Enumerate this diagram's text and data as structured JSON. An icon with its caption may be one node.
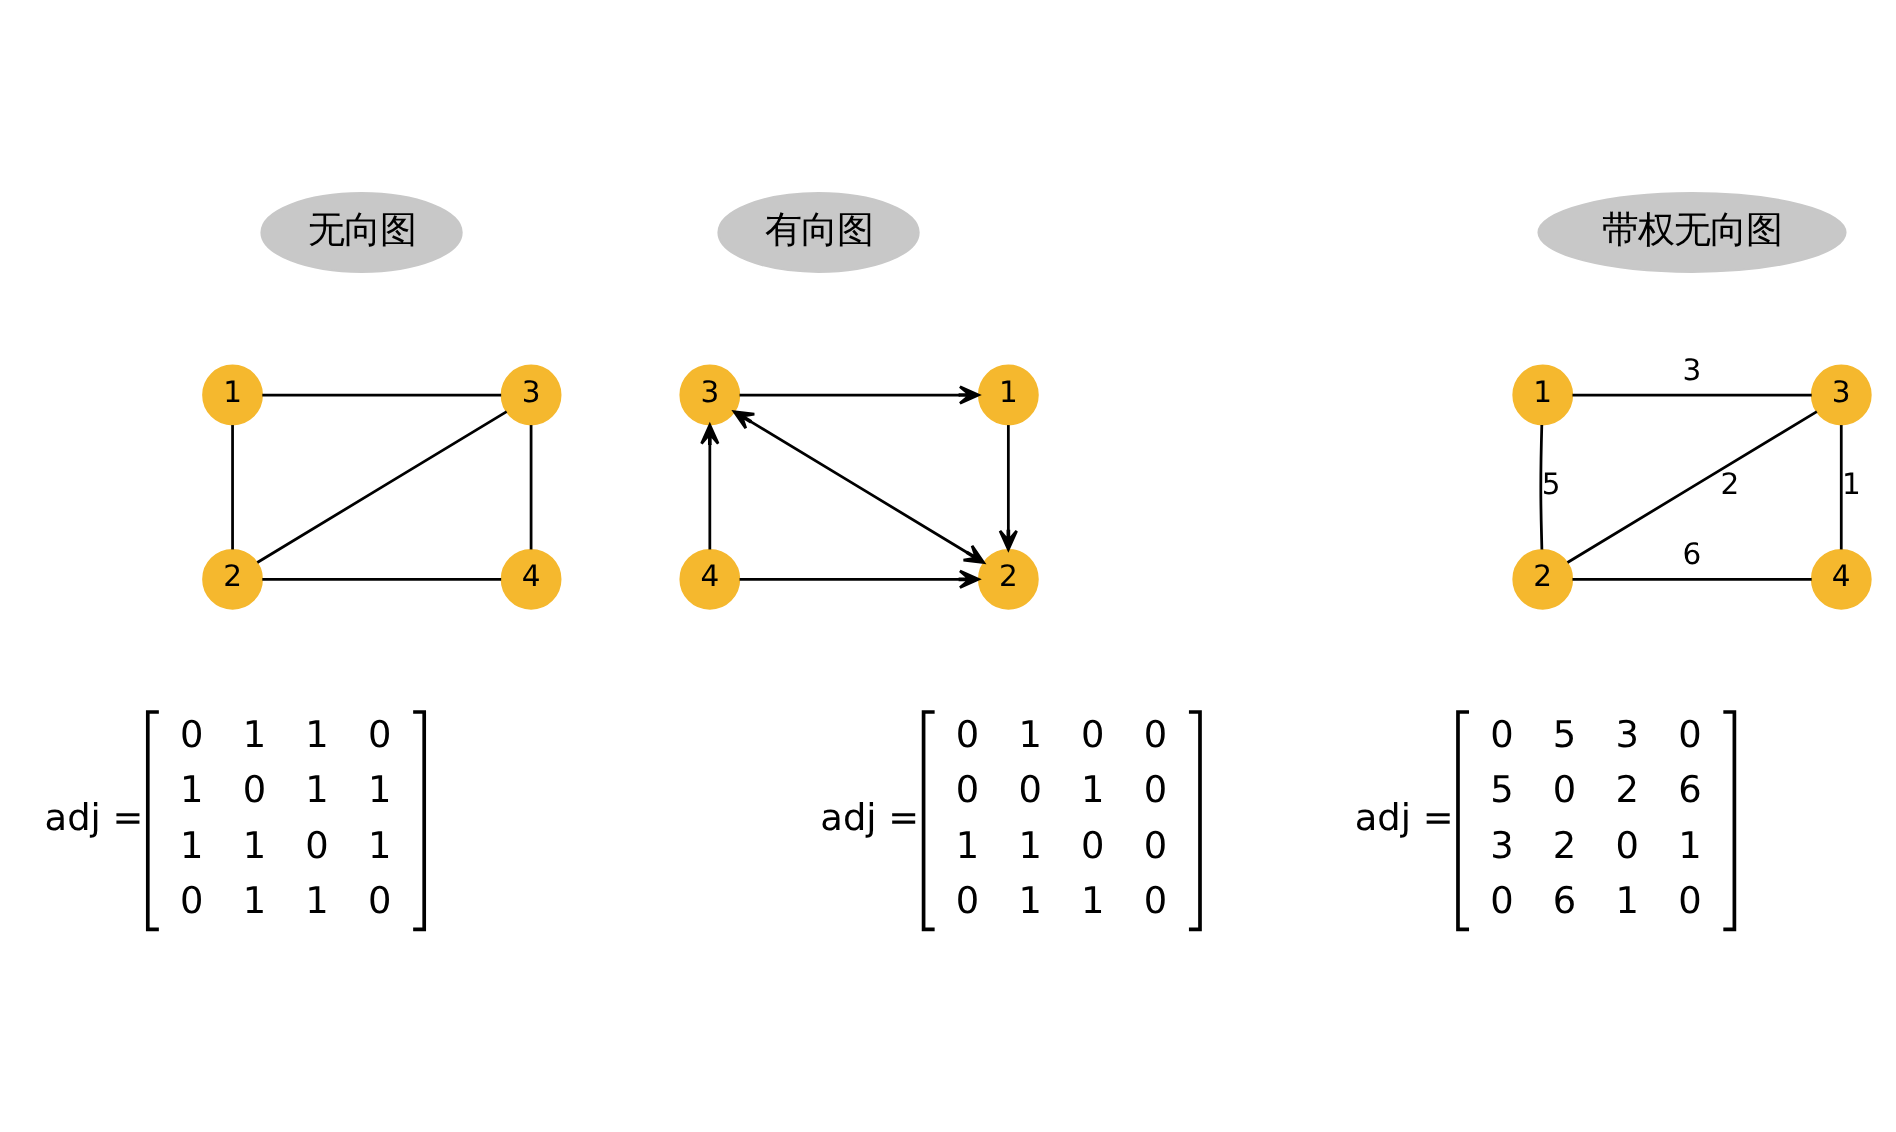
{
  "diagram": {
    "nodes": [
      {
        "text": [
          "无向图"
        ]
      },
      {
        "text": [
          "有向图"
        ]
      },
      {
        "text": [
          "带权无向图"
        ]
      },
      {
        "text": [
          "1"
        ]
      },
      {
        "text": [
          "3"
        ]
      },
      {
        "text": [
          "2"
        ]
      },
      {
        "text": [
          "4"
        ]
      },
      {
        "text": [
          "1"
        ]
      },
      {
        "text": [
          "3"
        ]
      },
      {
        "text": [
          "2"
        ]
      },
      {
        "text": [
          "4"
        ]
      },
      {
        "text": [
          "1"
        ]
      },
      {
        "text": [
          "3"
        ]
      },
      {
        "text": [
          "2"
        ]
      },
      {
        "text": [
          "4"
        ]
      }
    ],
    "edges": [
      {
        "from": 3,
        "to": 4,
        "arrow": "none"
      },
      {
        "from": 3,
        "to": 5,
        "arrow": "none"
      },
      {
        "from": 5,
        "to": 4,
        "arrow": "none"
      },
      {
        "from": 4,
        "to": 6,
        "arrow": "none"
      },
      {
        "from": 5,
        "to": 6,
        "arrow": "none"
      },
      {
        "from": 8,
        "to": 7,
        "arrow": "to"
      },
      {
        "from": 7,
        "to": 9,
        "arrow": "to"
      },
      {
        "from": 9,
        "to": 8,
        "arrow": "both"
      },
      {
        "from": 10,
        "to": 9,
        "arrow": "to"
      },
      {
        "from": 10,
        "to": 8,
        "arrow": "to"
      },
      {
        "from": 11,
        "to": 12,
        "arrow": "none",
        "label": "3"
      },
      {
        "from": 11,
        "to": 13,
        "arrow": "none",
        "label": "5"
      },
      {
        "from": 13,
        "to": 12,
        "arrow": "none",
        "label": "2"
      },
      {
        "from": 12,
        "to": 14,
        "arrow": "none",
        "label": "1"
      },
      {
        "from": 13,
        "to": 14,
        "arrow": "none",
        "label": "6"
      }
    ],
    "labels": [
      "adj =",
      "0",
      "1",
      "1",
      "0",
      "1",
      "0",
      "1",
      "1",
      "1",
      "1",
      "0",
      "1",
      "0",
      "1",
      "1",
      "0",
      "adj =",
      "0",
      "1",
      "0",
      "0",
      "0",
      "0",
      "1",
      "0",
      "1",
      "1",
      "0",
      "0",
      "0",
      "1",
      "1",
      "0",
      "adj =",
      "0",
      "5",
      "3",
      "0",
      "5",
      "0",
      "2",
      "6",
      "3",
      "2",
      "0",
      "1",
      "0",
      "6",
      "1",
      "0"
    ]
  }
}
